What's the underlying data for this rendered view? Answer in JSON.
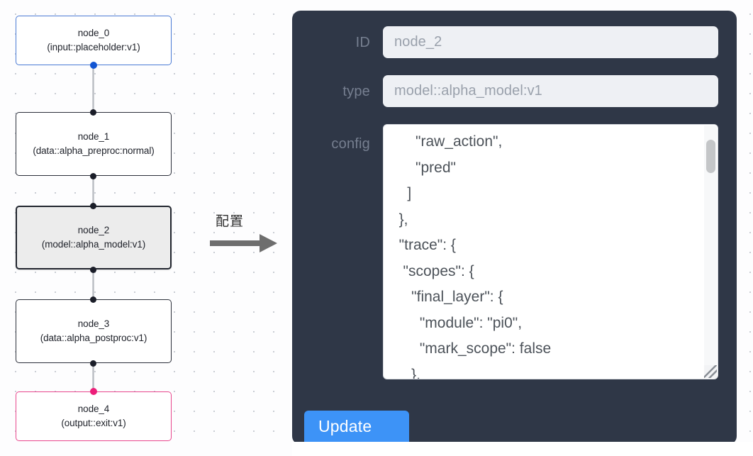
{
  "graph": {
    "nodes": [
      {
        "id": "node_0",
        "label": "node_0\n(input::placeholder:v1)",
        "role": "input",
        "selected": false,
        "accent": "#4a7ad4"
      },
      {
        "id": "node_1",
        "label": "node_1\n(data::alpha_preproc:normal)",
        "role": "process",
        "selected": false,
        "accent": "#2b2f3a"
      },
      {
        "id": "node_2",
        "label": "node_2\n(model::alpha_model:v1)",
        "role": "model",
        "selected": true,
        "accent": "#22262f"
      },
      {
        "id": "node_3",
        "label": "node_3\n(data::alpha_postproc:v1)",
        "role": "process",
        "selected": false,
        "accent": "#2b2f3a"
      },
      {
        "id": "node_4",
        "label": "node_4\n(output::exit:v1)",
        "role": "output",
        "selected": false,
        "accent": "#e8468d"
      }
    ],
    "edges": [
      {
        "from": "node_0",
        "to": "node_1"
      },
      {
        "from": "node_1",
        "to": "node_2"
      },
      {
        "from": "node_2",
        "to": "node_3"
      },
      {
        "from": "node_3",
        "to": "node_4"
      }
    ],
    "port_colors": {
      "default": "#1b1e29",
      "input": "#1356d3",
      "output": "#ec1e79"
    }
  },
  "annotation": {
    "label": "配置",
    "arrow_icon": "right-arrow-icon",
    "arrow_color": "#6e6e6e"
  },
  "config_panel": {
    "background": "#2f3747",
    "fields": [
      {
        "key": "id",
        "label": "ID",
        "value": "node_2"
      },
      {
        "key": "type",
        "label": "type",
        "value": "model::alpha_model:v1"
      }
    ],
    "config": {
      "label": "config",
      "value": "      \"raw_action\",\n      \"pred\"\n    ]\n  },\n  \"trace\": {\n   \"scopes\": {\n     \"final_layer\": {\n       \"module\": \"pi0\",\n       \"mark_scope\": false\n     },\n     \"action_model\": {",
      "scrollbar": {
        "thumb_top_pct": 5,
        "thumb_height_pct": 13
      },
      "resize_grip": "resize-grip-icon"
    },
    "update_button": {
      "label": "Update",
      "color": "#3d93f7"
    }
  }
}
